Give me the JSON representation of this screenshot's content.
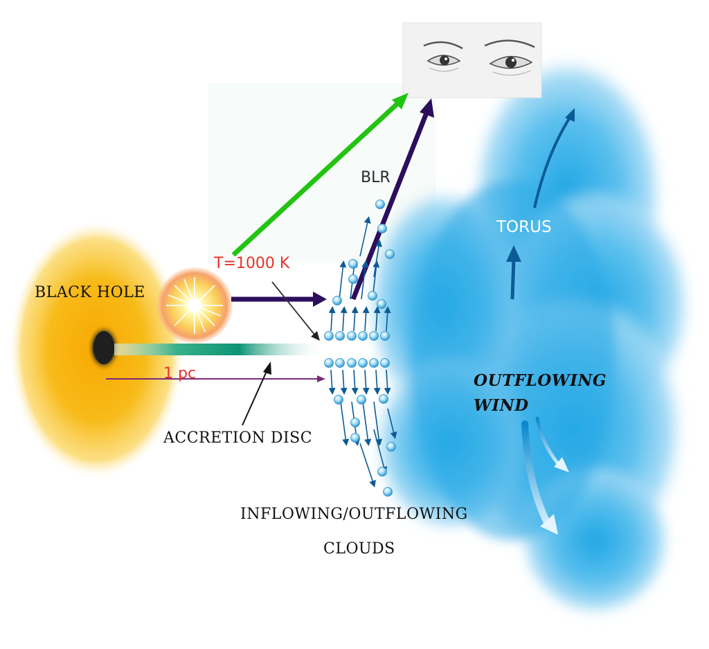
{
  "labels": {
    "black_hole": "BLACK  HOLE",
    "temperature": "T=1000 K",
    "distance": "1 pc",
    "blr": "BLR",
    "torus": "TORUS",
    "outflowing_wind_line1": "OUTFLOWING",
    "outflowing_wind_line2": "WIND",
    "accretion_disc": "ACCRETION  DISC",
    "clouds_line1": "INFLOWING/OUTFLOWING",
    "clouds_line2": "CLOUDS"
  },
  "colors": {
    "black_hole_glow": "#f6b913",
    "black_hole_core": "#1f1f1f",
    "disc_teal": "#0f9a78",
    "hot_dust_arrow": "#2b0f5c",
    "optical_arrow": "#22c311",
    "distance_arrow": "#7a2a7a",
    "temperature_text": "#e8322a",
    "cloud_blue": "#3aaee6",
    "torus_dark_blue": "#0b5b97",
    "label_dark": "#111111"
  },
  "icons": [
    "observer-eyes-icon",
    "hot-star-burst-icon"
  ]
}
